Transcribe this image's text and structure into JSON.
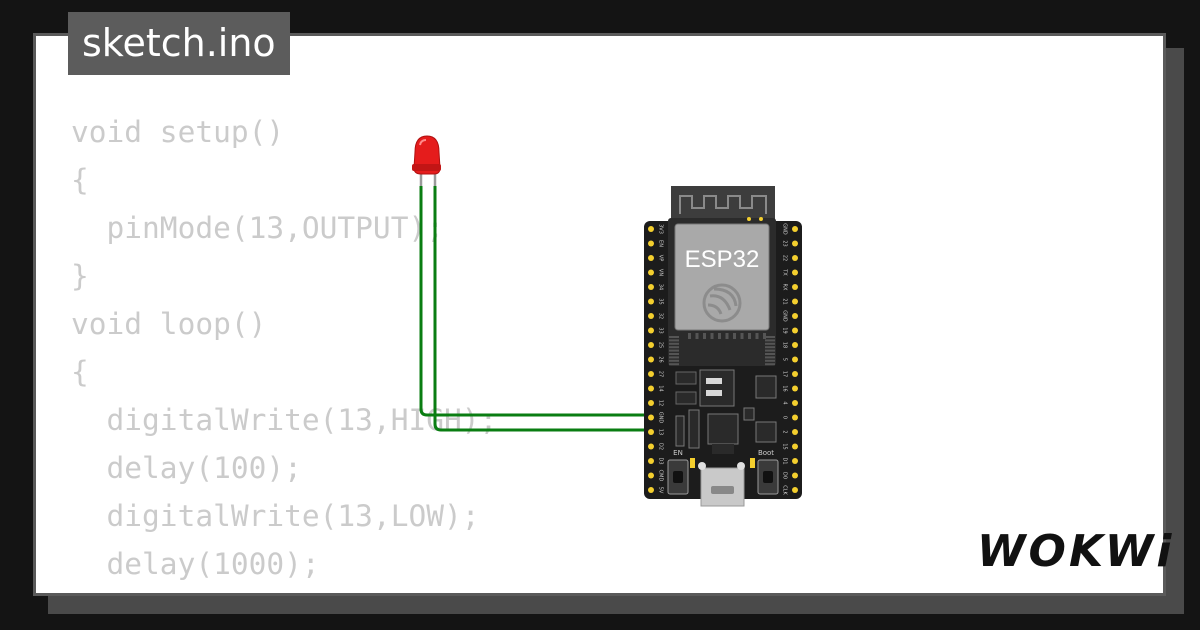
{
  "tab": {
    "filename": "sketch.ino"
  },
  "code_lines": [
    "void setup()",
    "{",
    "  pinMode(13,OUTPUT);",
    "}",
    "void loop()",
    "{",
    "  digitalWrite(13,HIGH);",
    "  delay(100);",
    "  digitalWrite(13,LOW);",
    "  delay(1000);",
    "}"
  ],
  "board": {
    "name": "ESP32",
    "left_pins": [
      "3V3",
      "EN",
      "VP",
      "VN",
      "34",
      "35",
      "32",
      "33",
      "25",
      "26",
      "27",
      "14",
      "12",
      "GND",
      "13",
      "D2",
      "D3",
      "CMD",
      "5V"
    ],
    "right_pins": [
      "GND",
      "23",
      "22",
      "TX",
      "RX",
      "21",
      "GND",
      "19",
      "18",
      "5",
      "17",
      "16",
      "4",
      "0",
      "2",
      "15",
      "D1",
      "D0",
      "CLK"
    ],
    "button_en": "EN",
    "button_boot": "Boot"
  },
  "logo": {
    "text": "WOKWi"
  },
  "colors": {
    "wire": "#0a7d12",
    "led": "#e51c1c",
    "board": "#1c1c1c",
    "pin": "#f4cf2e"
  }
}
